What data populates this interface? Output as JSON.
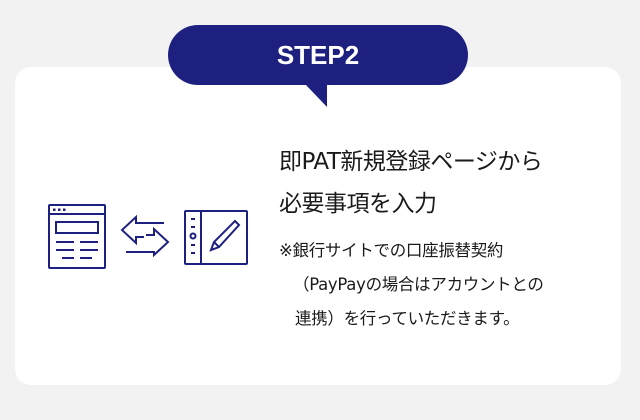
{
  "step_badge": {
    "label": "STEP2",
    "color": "#1e2080"
  },
  "icons": {
    "left": "browser-window-icon",
    "middle": "exchange-arrows-icon",
    "right": "tablet-pen-icon",
    "color": "#1e2080"
  },
  "title": {
    "line1": "即PAT新規登録ページから",
    "line2": "必要事項を入力"
  },
  "note": {
    "line1": "※銀行サイトでの口座振替契約",
    "line2": "（PayPayの場合はアカウントとの",
    "line3": "連携）を行っていただきます。"
  }
}
